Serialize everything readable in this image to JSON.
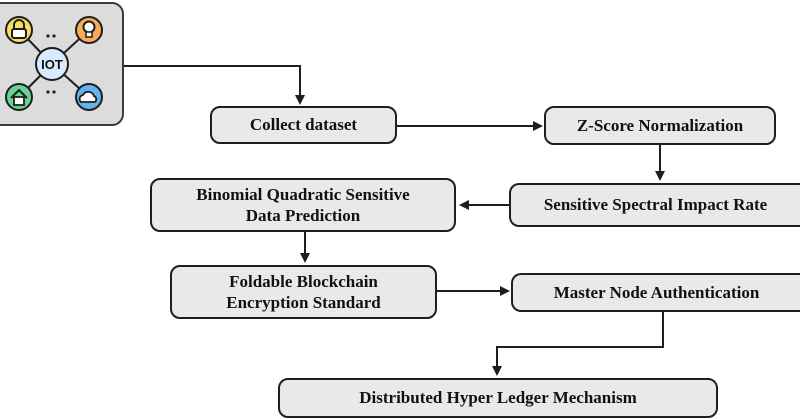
{
  "iot": {
    "hub_label": "IOT",
    "device_icons": [
      "lock-icon",
      "bulb-icon",
      "home-icon",
      "cloud-icon"
    ],
    "colors": {
      "lock": "#f6e05e",
      "bulb": "#f6ad55",
      "home": "#68d391",
      "cloud": "#63b3ed",
      "hub": "#d6ebff"
    }
  },
  "steps": {
    "collect": "Collect dataset",
    "zscore": "Z-Score Normalization",
    "spectral": "Sensitive Spectral Impact Rate",
    "binomial_line1": "Binomial Quadratic Sensitive",
    "binomial_line2": "Data Prediction",
    "foldable_line1": "Foldable Blockchain",
    "foldable_line2": "Encryption Standard",
    "master": "Master Node Authentication",
    "ledger": "Distributed Hyper Ledger Mechanism"
  }
}
